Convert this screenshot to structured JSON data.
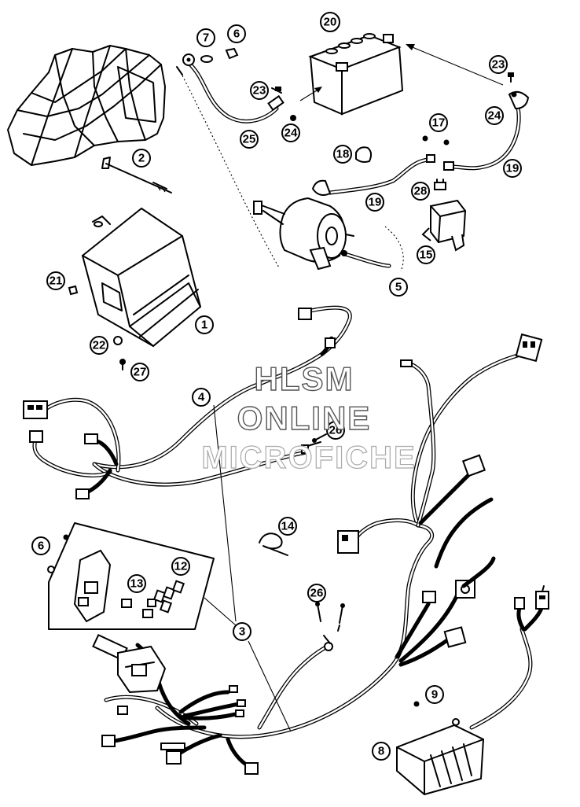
{
  "watermark": {
    "line1": "HLSM",
    "line2": "ONLINE",
    "line3": "MICROFICHE"
  },
  "callouts": [
    "20",
    "7",
    "6",
    "23",
    "24",
    "25",
    "2",
    "18",
    "17",
    "19",
    "28",
    "15",
    "5",
    "21",
    "1",
    "22",
    "27",
    "4",
    "26",
    "14",
    "6",
    "13",
    "12",
    "3",
    "26",
    "9",
    "8"
  ]
}
